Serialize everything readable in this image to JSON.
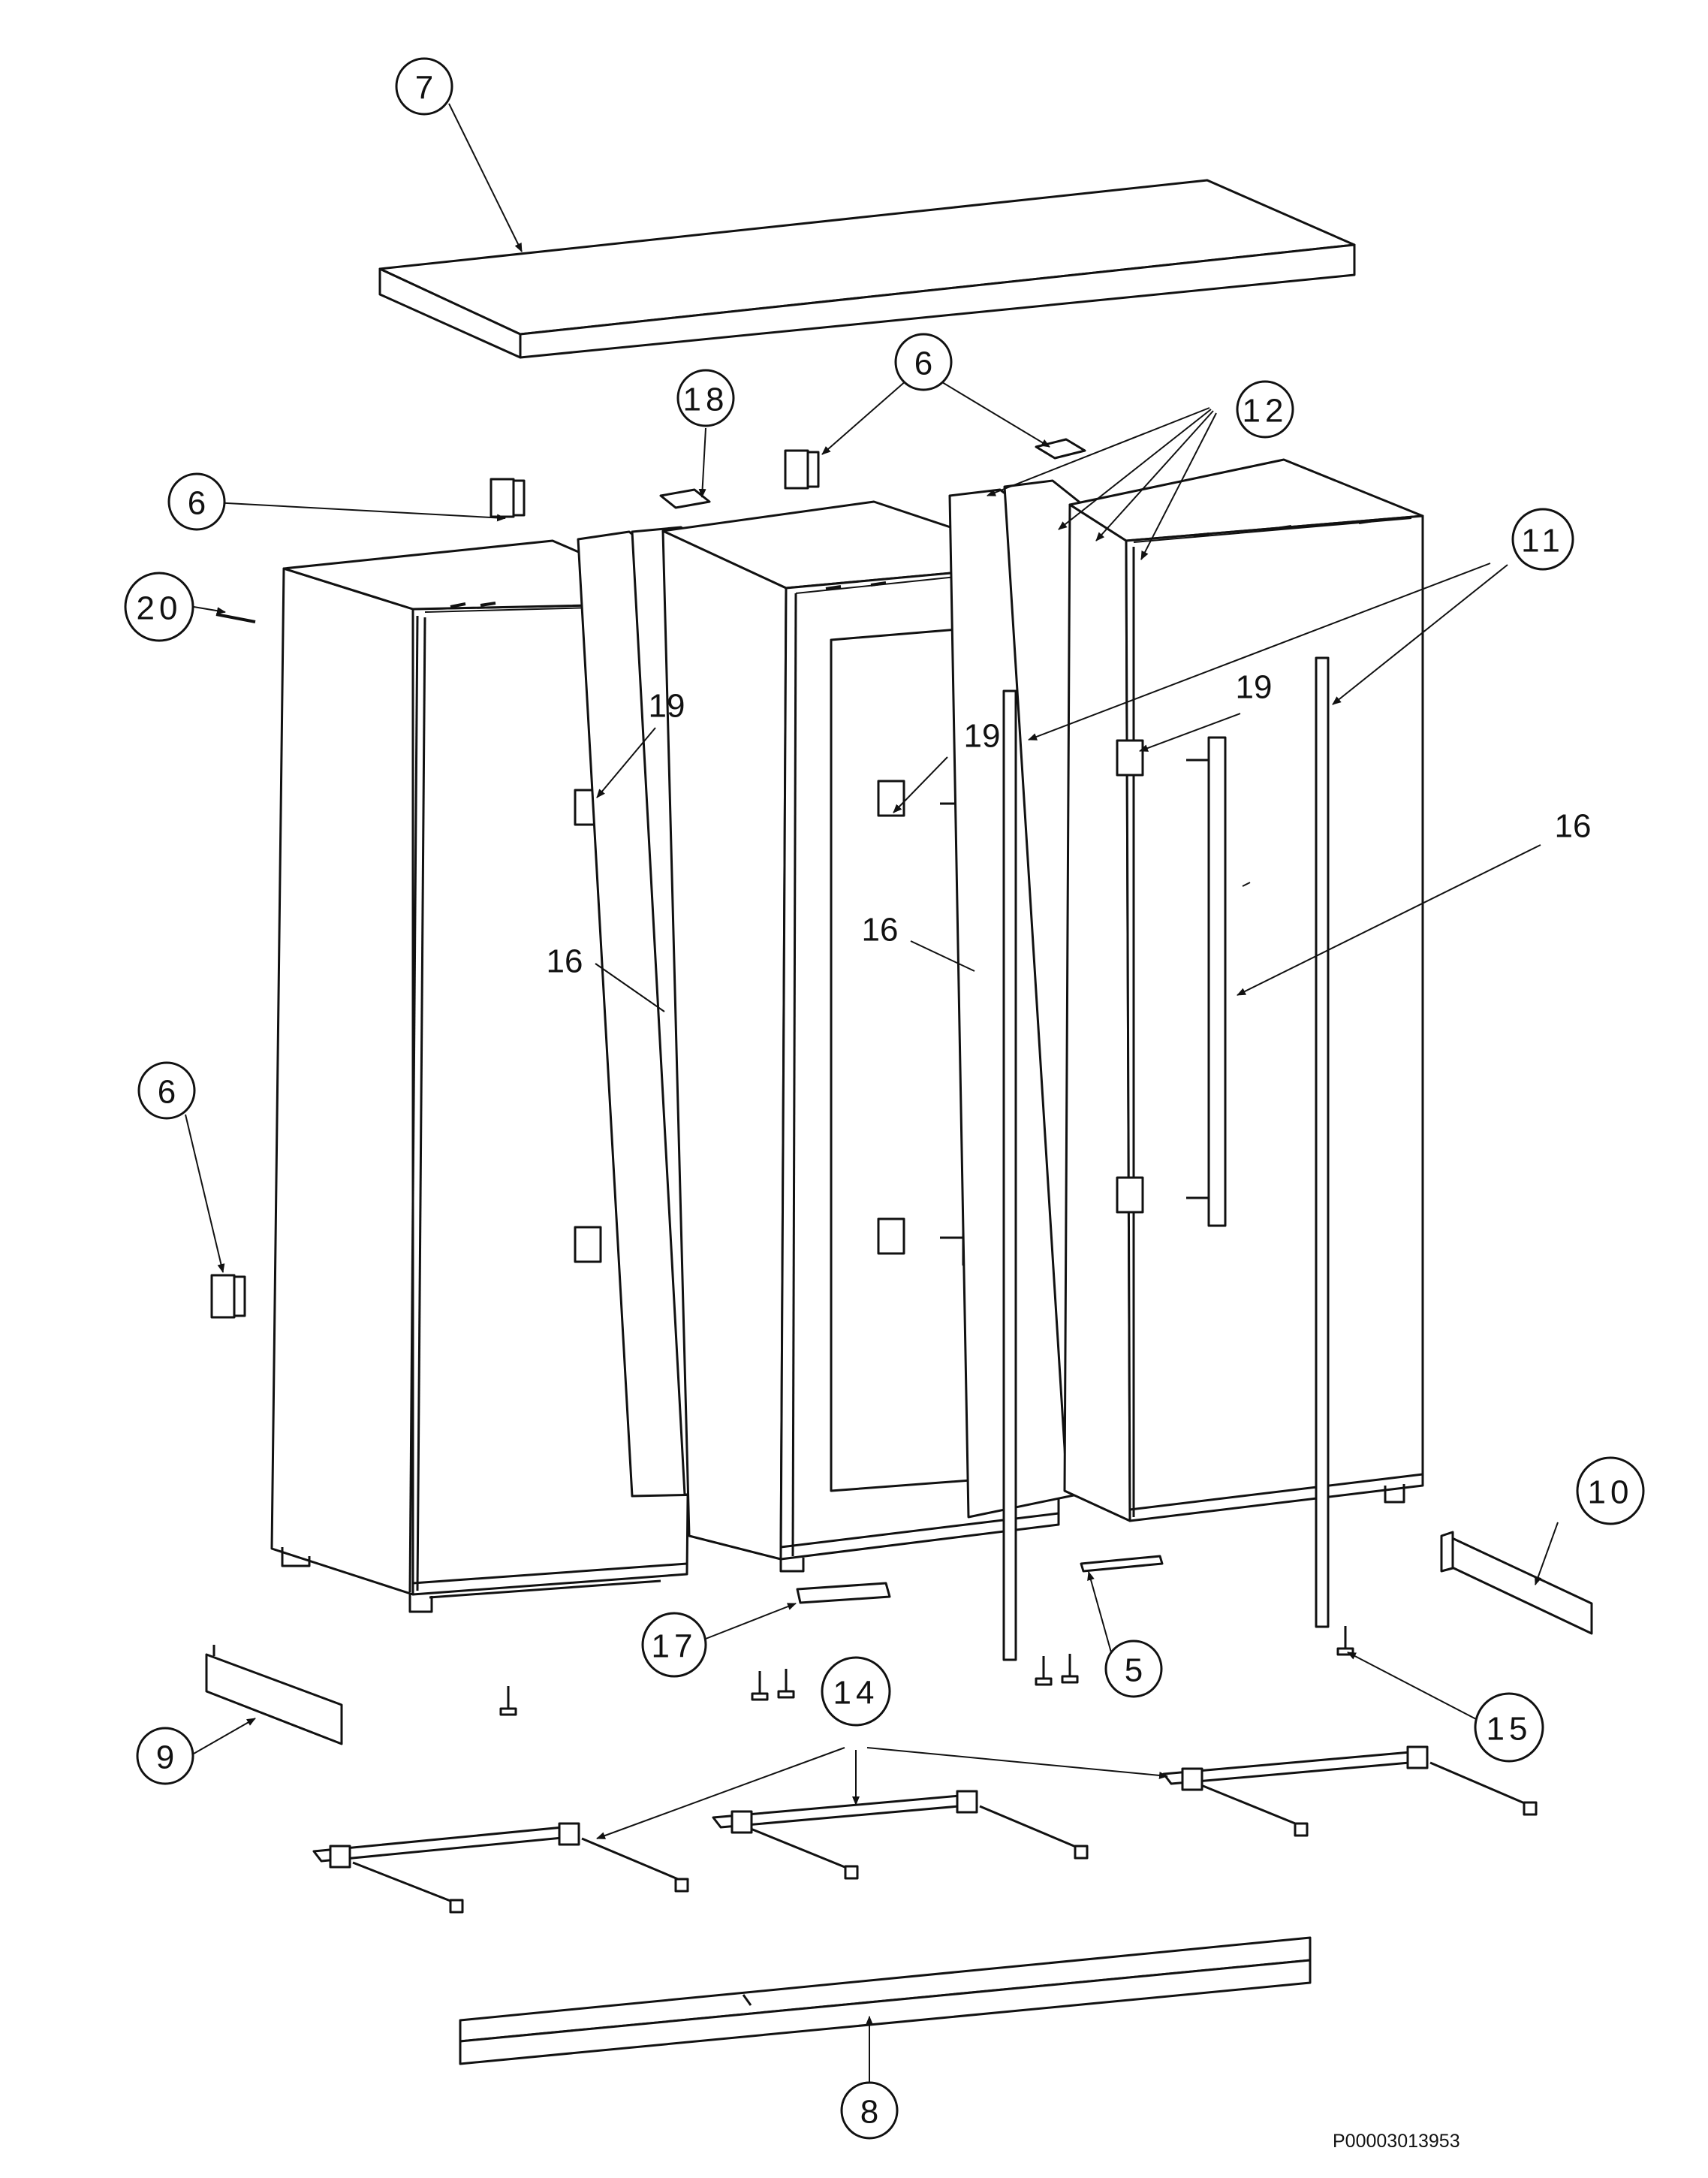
{
  "callouts": {
    "c7": "7",
    "c6a": "6",
    "c6b": "6",
    "c6c": "6",
    "c18": "18",
    "c12": "12",
    "c20": "20",
    "c11": "11",
    "c10": "10",
    "c17": "17",
    "c5": "5",
    "c14": "14",
    "c15": "15",
    "c9": "9",
    "c8": "8"
  },
  "labels": {
    "l19a": "19",
    "l19b": "19",
    "l19c": "19",
    "l16a": "16",
    "l16b": "16",
    "l16c": "16"
  },
  "document_id": "P00003013953"
}
